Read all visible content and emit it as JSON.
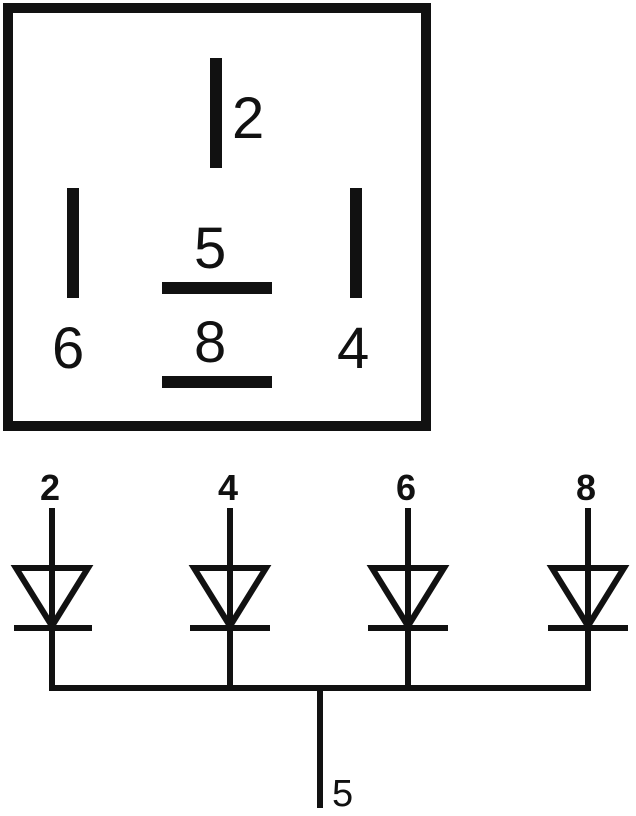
{
  "connector": {
    "pins": [
      {
        "id": "pin-2",
        "label": "2"
      },
      {
        "id": "pin-5",
        "label": "5"
      },
      {
        "id": "pin-6",
        "label": "6"
      },
      {
        "id": "pin-8",
        "label": "8"
      },
      {
        "id": "pin-4",
        "label": "4"
      }
    ]
  },
  "circuit": {
    "diodes": [
      {
        "label": "2"
      },
      {
        "label": "4"
      },
      {
        "label": "6"
      },
      {
        "label": "8"
      }
    ],
    "common_label": "5"
  },
  "colors": {
    "ink": "#111111",
    "background": "#ffffff"
  }
}
